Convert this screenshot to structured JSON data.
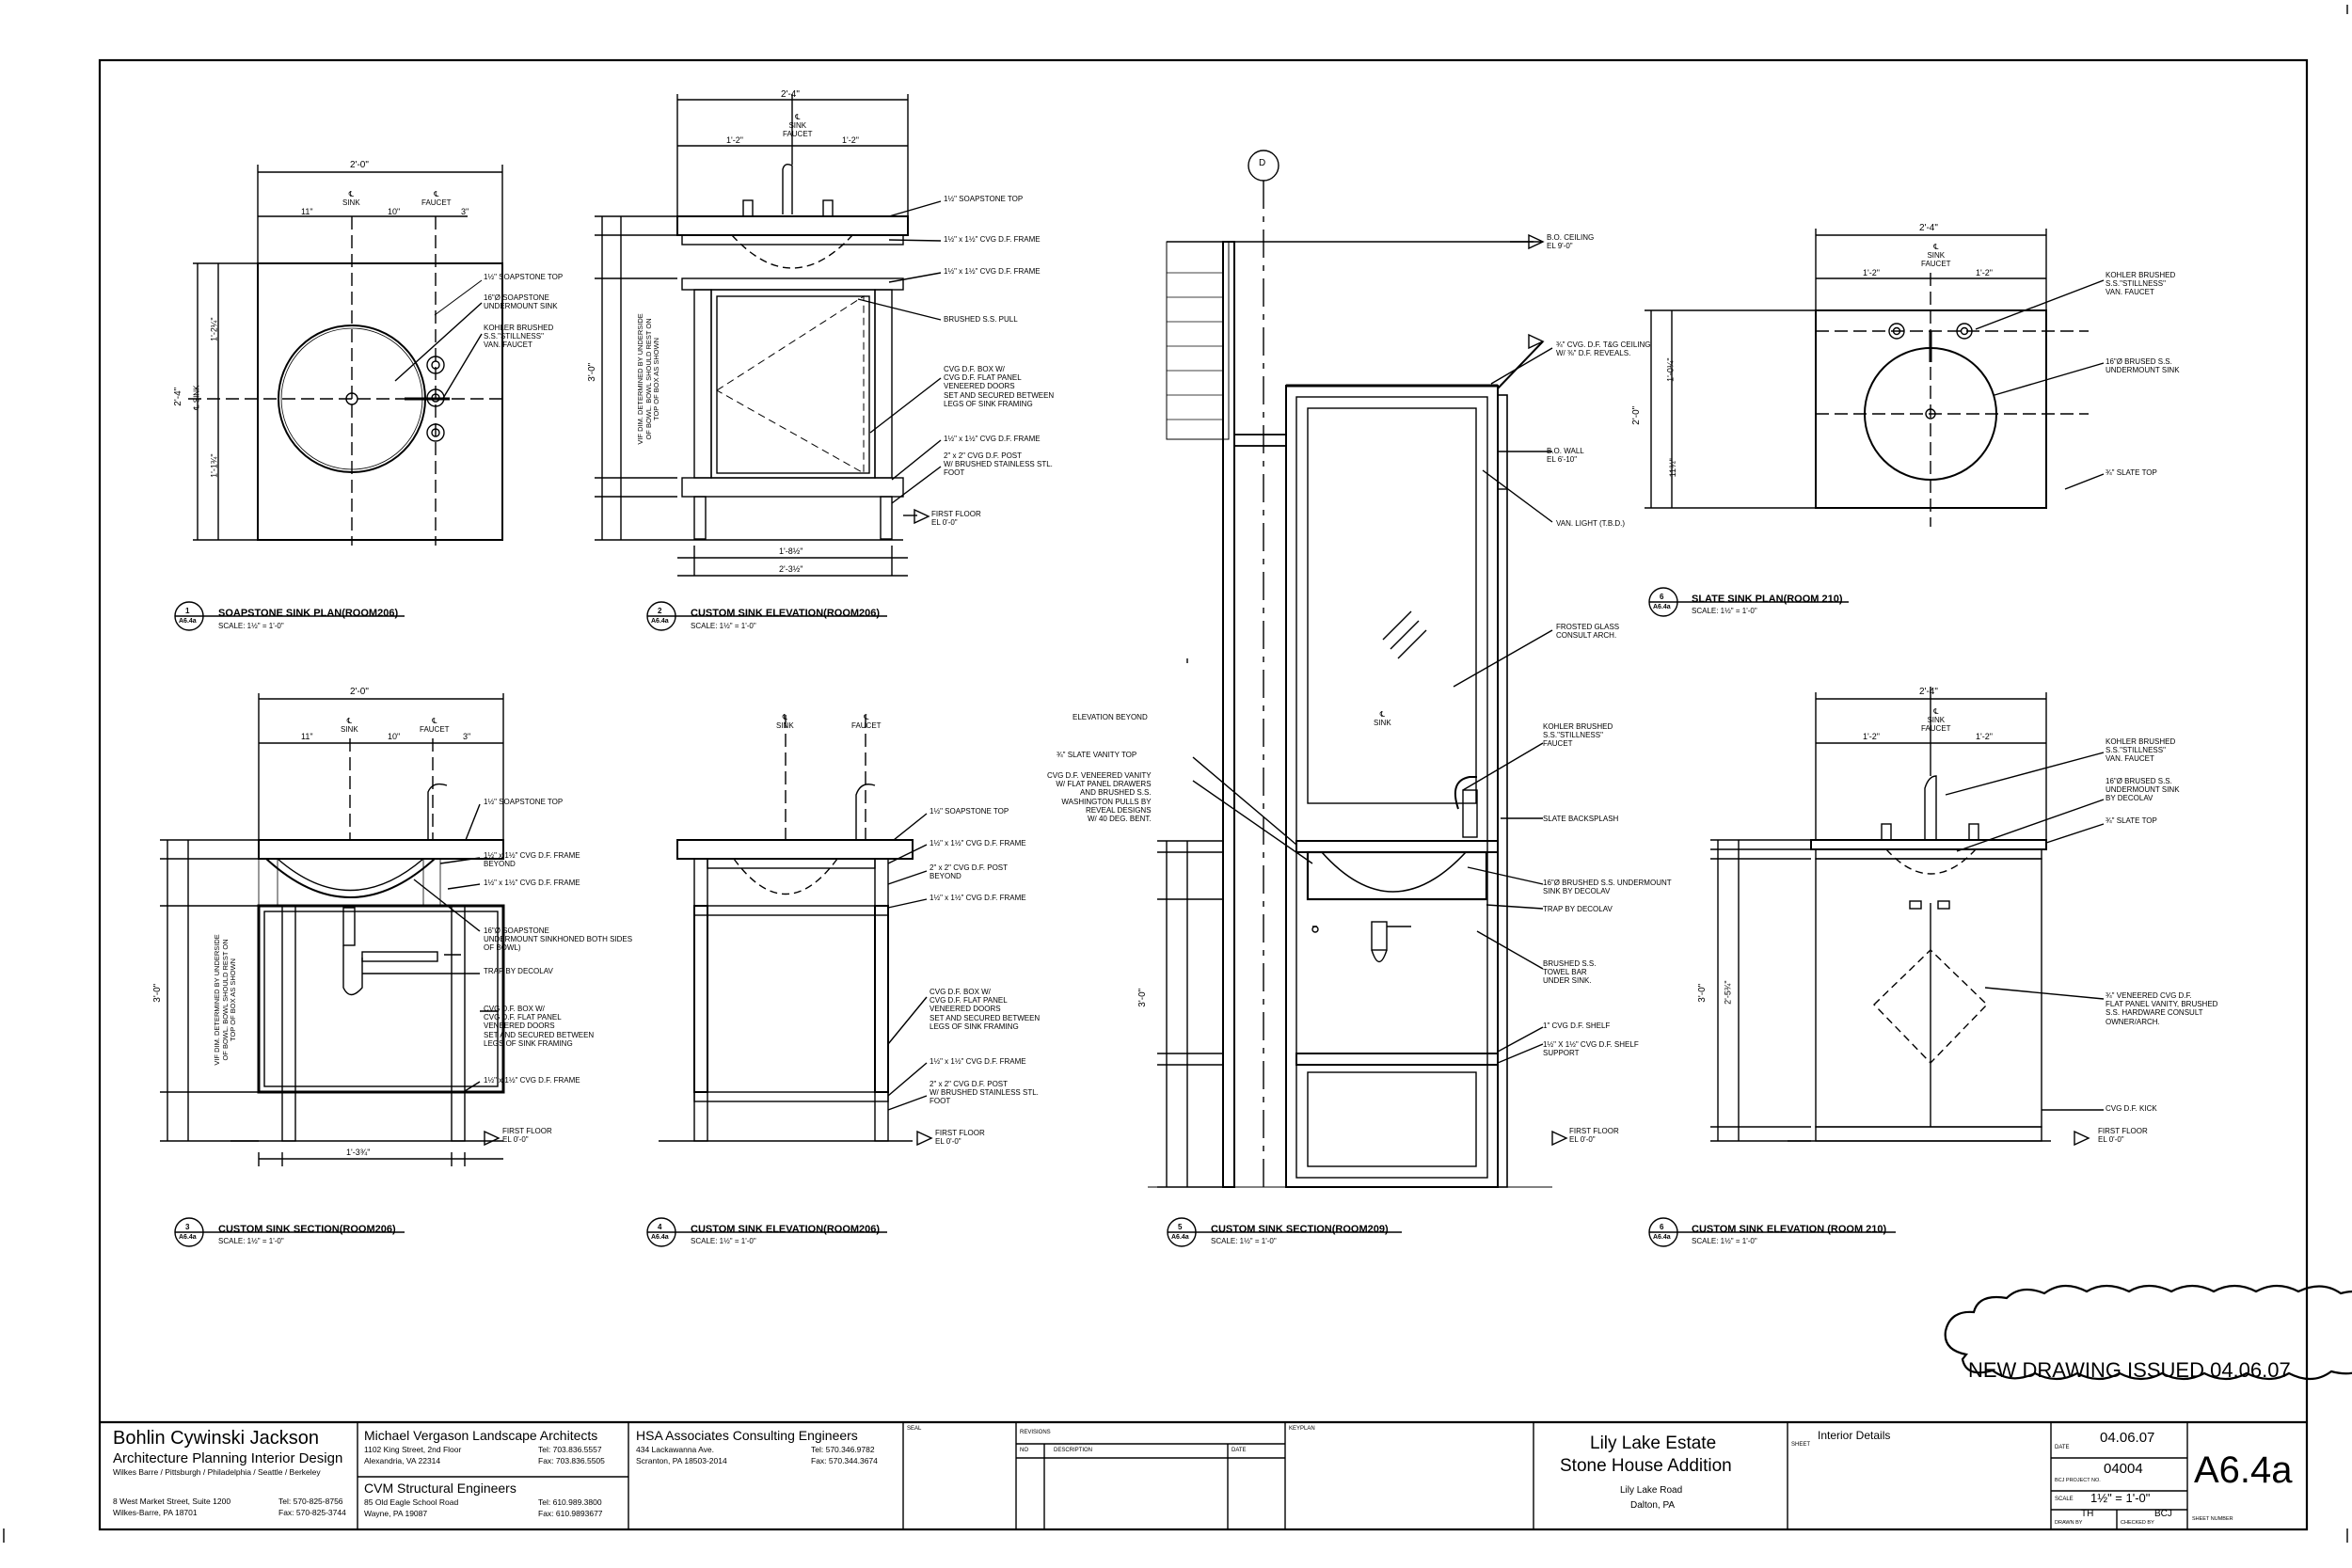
{
  "views": [
    {
      "num": "1",
      "ref": "A6.4a",
      "title": "SOAPSTONE SINK PLAN(ROOM206)",
      "scale": "SCALE: 1½\" = 1'-0\""
    },
    {
      "num": "2",
      "ref": "A6.4a",
      "title": "CUSTOM SINK ELEVATION(ROOM206)",
      "scale": "SCALE: 1½\" = 1'-0\""
    },
    {
      "num": "6",
      "ref": "A6.4a",
      "title": "SLATE SINK PLAN(ROOM 210)",
      "scale": "SCALE: 1½\" = 1'-0\""
    },
    {
      "num": "3",
      "ref": "A6.4a",
      "title": "CUSTOM SINK SECTION(ROOM206)",
      "scale": "SCALE: 1½\" = 1'-0\""
    },
    {
      "num": "4",
      "ref": "A6.4a",
      "title": "CUSTOM SINK ELEVATION(ROOM206)",
      "scale": "SCALE: 1½\" = 1'-0\""
    },
    {
      "num": "5",
      "ref": "A6.4a",
      "title": "CUSTOM SINK SECTION(ROOM209)",
      "scale": "SCALE: 1½\" = 1'-0\""
    },
    {
      "num": "6",
      "ref": "A6.4a",
      "title": "CUSTOM SINK ELEVATION (ROOM 210)",
      "scale": "SCALE: 1½\" = 1'-0\""
    }
  ],
  "notes": {
    "v1": [
      "1½\" SOAPSTONE TOP",
      "16\"Ø SOAPSTONE\nUNDERMOUNT SINK",
      "KOHLER BRUSHED\nS.S.\"STILLNESS\"\nVAN. FAUCET"
    ],
    "v2": [
      "1½\" SOAPSTONE TOP",
      "1½\" x 1½\" CVG D.F. FRAME",
      "1½\" x 1½\" CVG D.F. FRAME",
      "BRUSHED S.S. PULL",
      "CVG D.F. BOX W/\nCVG D.F. FLAT PANEL\nVENEERED DOORS\nSET AND SECURED BETWEEN\nLEGS OF SINK FRAMING",
      "1½\" x 1½\" CVG D.F. FRAME",
      "2\" x 2\" CVG D.F. POST\nW/ BRUSHED STAINLESS STL.\nFOOT",
      "FIRST FLOOR\nEL 0'-0\""
    ],
    "v5": [
      "B.O. CEILING\nEL 9'-0\"",
      "¾\" CVG. D.F. T&G CEILING\nW/ ⅜\" D.F. REVEALS.",
      "B.O. WALL\nEL 6'-10\"",
      "VAN. LIGHT (T.B.D.)",
      "FROSTED GLASS\nCONSULT ARCH.",
      "ELEVATION BEYOND",
      "KOHLER BRUSHED\nS.S.\"STILLNESS\"\nFAUCET",
      "¾\" SLATE VANITY TOP",
      "CVG D.F. VENEERED VANITY\nW/ FLAT PANEL DRAWERS\nAND BRUSHED S.S.\nWASHINGTON PULLS BY\nREVEAL DESIGNS\nW/ 40 DEG. BENT.",
      "SLATE BACKSPLASH",
      "16\"Ø BRUSHED S.S. UNDERMOUNT\nSINK BY DECOLAV",
      "TRAP BY DECOLAV",
      "BRUSHED S.S.\nTOWEL BAR\nUNDER SINK.",
      "1\" CVG D.F. SHELF",
      "1½\" X 1½\" CVG D.F. SHELF\nSUPPORT",
      "FIRST FLOOR\nEL 0'-0\""
    ],
    "v6a": [
      "KOHLER BRUSHED\nS.S.\"STILLNESS\"\nVAN. FAUCET",
      "16\"Ø BRUSED S.S.\nUNDERMOUNT SINK",
      "¾\" SLATE TOP"
    ],
    "v3": [
      "1½\" SOAPSTONE TOP",
      "1½\" x 1½\" CVG D.F. FRAME\nBEYOND",
      "1½\" x 1½\" CVG D.F. FRAME",
      "16\"Ø SOAPSTONE\nUNDERMOUNT SINKHONED BOTH SIDES\nOF BOWL)",
      "TRAP BY DECOLAV",
      "CVG D.F. BOX W/\nCVG D.F. FLAT PANEL\nVENEERED DOORS\nSET AND SECURED BETWEEN\nLEGS OF SINK FRAMING",
      "1½\" x 1½\" CVG D.F. FRAME",
      "FIRST FLOOR\nEL 0'-0\""
    ],
    "v4": [
      "1½\" SOAPSTONE TOP",
      "1½\" x 1½\" CVG D.F. FRAME",
      "2\" x 2\" CVG D.F. POST\nBEYOND",
      "1½\" x 1½\" CVG D.F. FRAME",
      "CVG D.F. BOX W/\nCVG D.F. FLAT PANEL\nVENEERED DOORS\nSET AND SECURED BETWEEN\nLEGS OF SINK FRAMING",
      "1½\" x 1½\" CVG D.F. FRAME",
      "2\" x 2\" CVG D.F. POST\nW/ BRUSHED STAINLESS STL.\nFOOT",
      "FIRST FLOOR\nEL 0'-0\""
    ],
    "v6b": [
      "KOHLER BRUSHED\nS.S.\"STILLNESS\"\nVAN. FAUCET",
      "16\"Ø BRUSED S.S.\nUNDERMOUNT SINK\nBY DECOLAV",
      "¾\" SLATE TOP",
      "¾\" VENEERED CVG D.F.\nFLAT PANEL VANITY, BRUSHED\nS.S. HARDWARE CONSULT\nOWNER/ARCH.",
      "CVG D.F. KICK",
      "FIRST FLOOR\nEL 0'-0\""
    ]
  },
  "dims": {
    "v1_top": "2'-0\"",
    "v1_11": "11\"",
    "v1_10": "10\"",
    "v1_3": "3\"",
    "v1_sink": "℄\nSINK",
    "v1_faucet": "℄\nFAUCET",
    "v1_left": "2'-4\"",
    "v1_l1": "1'-2¼\"",
    "v1_l2": "1'-1¾\"",
    "v1_csink": "℄ SINK",
    "v2_top": "2'-4\"",
    "v2_sink": "℄\nSINK\nFAUCET",
    "v2_12a": "1'-2\"",
    "v2_12b": "1'-2\"",
    "v2_bot1": "1'-8½\"",
    "v2_bot2": "2'-3½\"",
    "v2_left": "3'-0\"",
    "v2_note": "VIF DIM. DETERMINED BY UNDERSIDE\nOF BOWL. BOWL SHOULD REST ON\nTOP OF BOX AS SHOWN",
    "v6_top": "2'-4\"",
    "v6_sink": "℄\nSINK\nFAUCET",
    "v6_12a": "1'-2\"",
    "v6_12b": "1'-2\"",
    "v6_left": "2'-0\"",
    "v6_l1": "1'-0¼\"",
    "v6_l2": "11¾\"",
    "v3_top": "2'-0\"",
    "v3_11": "11\"",
    "v3_10": "10\"",
    "v3_3": "3\"",
    "v3_sink": "℄\nSINK",
    "v3_faucet": "℄\nFAUCET",
    "v3_left": "3'-0\"",
    "v3_bot": "1'-3¾\"",
    "v3_note": "VIF DIM. DETERMINED BY UNDERSIDE\nOF BOWL. BOWL SHOULD REST ON\nTOP OF BOX AS SHOWN",
    "v4_sink": "℄\nSINK",
    "v4_faucet": "℄\nFAUCET",
    "v5_sink": "℄\nSINK",
    "v5_left": "3'-0\"",
    "v5_d": "D",
    "v6b_top": "2'-4\"",
    "v6b_sink": "℄\nSINK\nFAUCET",
    "v6b_12a": "1'-2\"",
    "v6b_12b": "1'-2\"",
    "v6b_left": "3'-0\"",
    "v6b_mid": "2'-5¾\""
  },
  "stamp": "NEW DRAWING ISSUED 04.06.07",
  "titleblock": {
    "firm_name": "Bohlin Cywinski Jackson",
    "firm_sub": "Architecture Planning Interior Design",
    "firm_cities": "Wilkes Barre / Pittsburgh / Philadelphia / Seattle / Berkeley",
    "firm_addr1": "8 West Market Street, Suite 1200",
    "firm_addr2": "Wilkes-Barre, PA 18701",
    "firm_tel": "Tel: 570-825-8756",
    "firm_fax": "Fax: 570-825-3744",
    "land_name": "Michael Vergason Landscape Architects",
    "land_addr1": "1102 King Street, 2nd Floor",
    "land_addr2": "Alexandria, VA 22314",
    "land_tel": "Tel: 703.836.5557",
    "land_fax": "Fax: 703.836.5505",
    "struct_name": "CVM Structural Engineers",
    "struct_addr1": "85 Old Eagle School Road",
    "struct_addr2": "Wayne, PA 19087",
    "struct_tel": "Tel: 610.989.3800",
    "struct_fax": "Fax: 610.9893677",
    "hsa_name": "HSA Associates Consulting Engineers",
    "hsa_addr1": "434 Lackawanna Ave.",
    "hsa_addr2": "Scranton, PA 18503-2014",
    "hsa_tel": "Tel: 570.346.9782",
    "hsa_fax": "Fax: 570.344.3674",
    "seal": "SEAL",
    "revisions": "REVISIONS",
    "no": "NO",
    "description": "DESCRIPTION",
    "date_col": "DATE",
    "keyplan": "KEYPLAN",
    "project1": "Lily Lake Estate",
    "project2": "Stone House Addition",
    "road": "Lily Lake Road",
    "city": "Dalton, PA",
    "sheet_lbl": "SHEET",
    "sheet_title": "Interior Details",
    "date_lbl": "DATE",
    "date_val": "04.06.07",
    "proj_lbl": "BCJ PROJECT NO.",
    "proj_val": "04004",
    "scale_lbl": "SCALE",
    "scale_val": "1½\" = 1'-0\"",
    "drawn_lbl": "DRAWN BY",
    "drawn_val": "TH",
    "checked_lbl": "CHECKED BY",
    "checked_val": "BCJ",
    "sheetno": "A6.4a",
    "sheetno_lbl": "SHEET NUMBER"
  }
}
